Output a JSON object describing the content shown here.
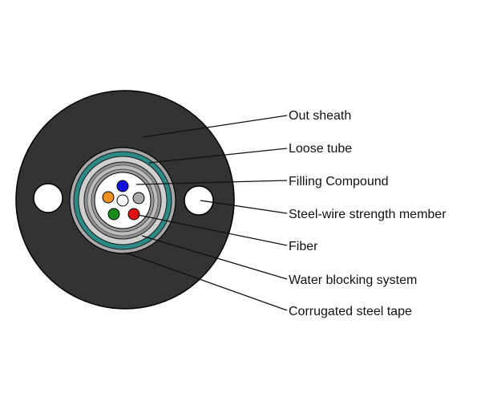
{
  "diagram": {
    "labels": {
      "out_sheath": "Out sheath",
      "loose_tube": "Loose tube",
      "filling_compound": "Filling Compound",
      "steel_wire": "Steel-wire strength member",
      "fiber": "Fiber",
      "water_blocking": "Water blocking system",
      "corrugated_tape": "Corrugated steel tape"
    },
    "colors": {
      "outer_sheath": "#333333",
      "water_blocking": "#2b8a86",
      "steel_tape": "#c4c4c4",
      "loose_tube": "#8e8e8e",
      "filling": "#ffffff",
      "fiber_blue": "#1010e0",
      "fiber_gray": "#a9a9a9",
      "fiber_orange": "#f0901e",
      "fiber_white": "#ffffff",
      "fiber_green": "#1d8a1d",
      "fiber_red": "#e01010"
    }
  }
}
